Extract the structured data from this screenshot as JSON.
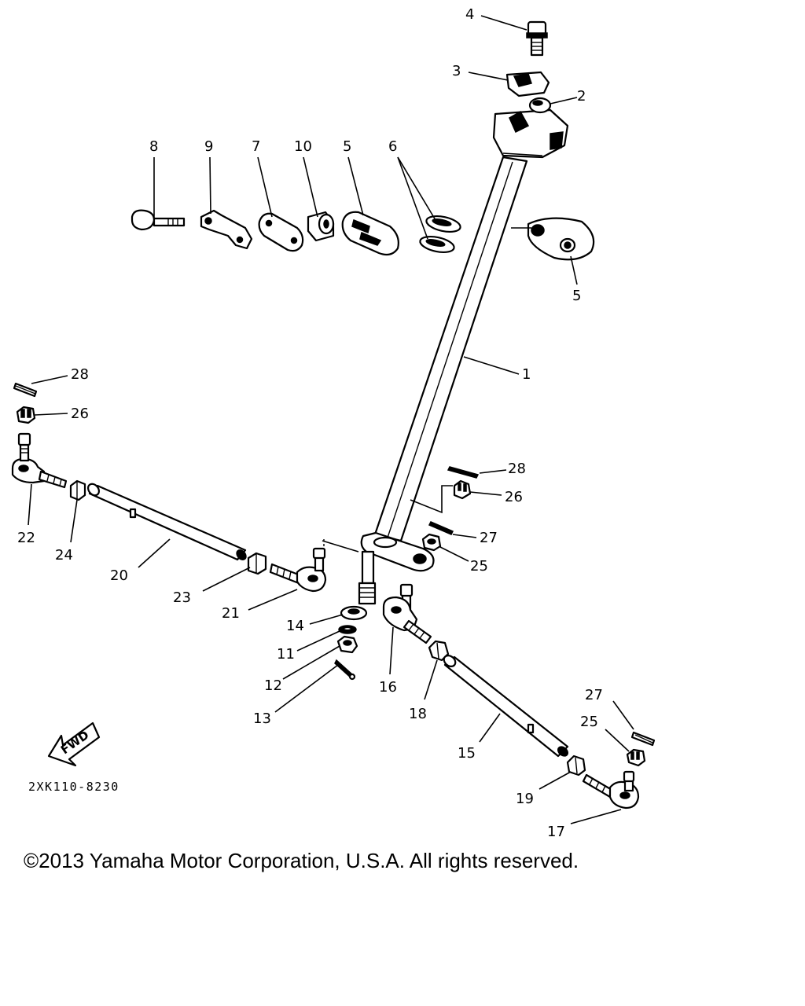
{
  "diagram": {
    "drawing_code": "2XK110-8230",
    "fwd_label": "FWD",
    "callouts": {
      "c1": "1",
      "c2": "2",
      "c3": "3",
      "c4": "4",
      "c5a": "5",
      "c5b": "5",
      "c6": "6",
      "c7": "7",
      "c8": "8",
      "c9": "9",
      "c10": "10",
      "c11": "11",
      "c12": "12",
      "c13": "13",
      "c14": "14",
      "c15": "15",
      "c16": "16",
      "c17": "17",
      "c18": "18",
      "c19": "19",
      "c20": "20",
      "c21": "21",
      "c22": "22",
      "c23": "23",
      "c24": "24",
      "c25a": "25",
      "c25b": "25",
      "c26a": "26",
      "c26b": "26",
      "c27a": "27",
      "c27b": "27",
      "c28a": "28",
      "c28b": "28"
    }
  },
  "footer": {
    "copyright": "©2013 Yamaha Motor Corporation, U.S.A. All rights reserved."
  }
}
